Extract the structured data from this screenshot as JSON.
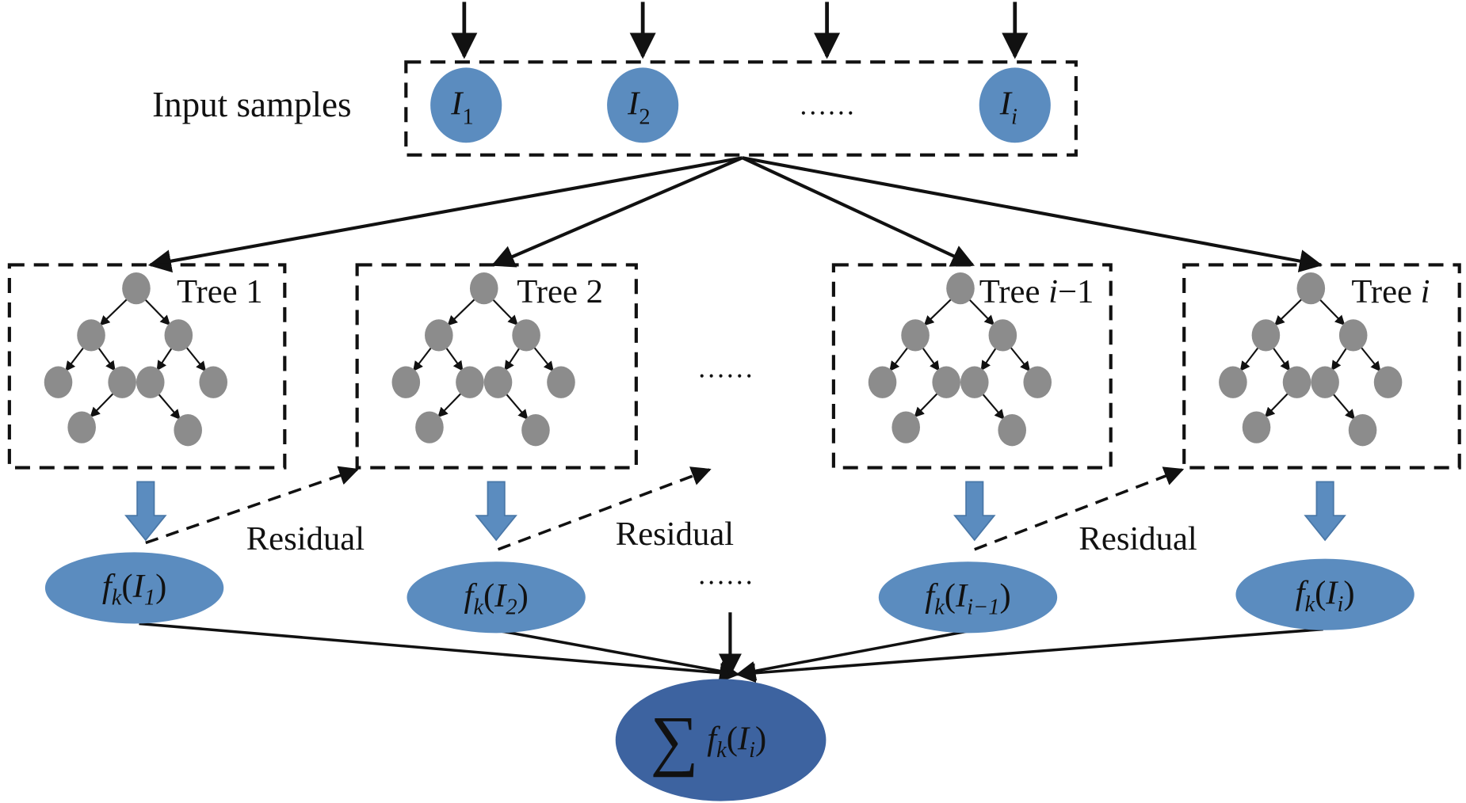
{
  "input_label": "Input samples",
  "inputs": [
    {
      "var": "I",
      "sub": "1"
    },
    {
      "var": "I",
      "sub": "2"
    },
    {
      "var": "I",
      "sub": "i"
    }
  ],
  "ellipsis": "……",
  "trees": [
    {
      "prefix": "Tree ",
      "idx": "1",
      "suffix": ""
    },
    {
      "prefix": "Tree ",
      "idx": "2",
      "suffix": ""
    },
    {
      "prefix": "Tree ",
      "idx": "i",
      "suffix": "−1"
    },
    {
      "prefix": "Tree ",
      "idx": "i",
      "suffix": ""
    }
  ],
  "residual_label": "Residual",
  "outputs": [
    {
      "f": "f",
      "k": "k",
      "open": "(",
      "var": "I",
      "sub": "1",
      "close": ")"
    },
    {
      "f": "f",
      "k": "k",
      "open": "(",
      "var": "I",
      "sub": "2",
      "close": ")"
    },
    {
      "f": "f",
      "k": "k",
      "open": "(",
      "var": "I",
      "sub": "i−1",
      "close": ")"
    },
    {
      "f": "f",
      "k": "k",
      "open": "(",
      "var": "I",
      "sub": "i",
      "close": ")"
    }
  ],
  "sum": {
    "sigma": "∑",
    "f": "f",
    "k": "k",
    "open": "(",
    "var": "I",
    "sub": "i",
    "close": ")"
  },
  "colors": {
    "input_node": "#5b8cbf",
    "tree_node": "#8c8c8c",
    "sum_node": "#3d63a0",
    "block_arrow": "#5b8cbf"
  }
}
